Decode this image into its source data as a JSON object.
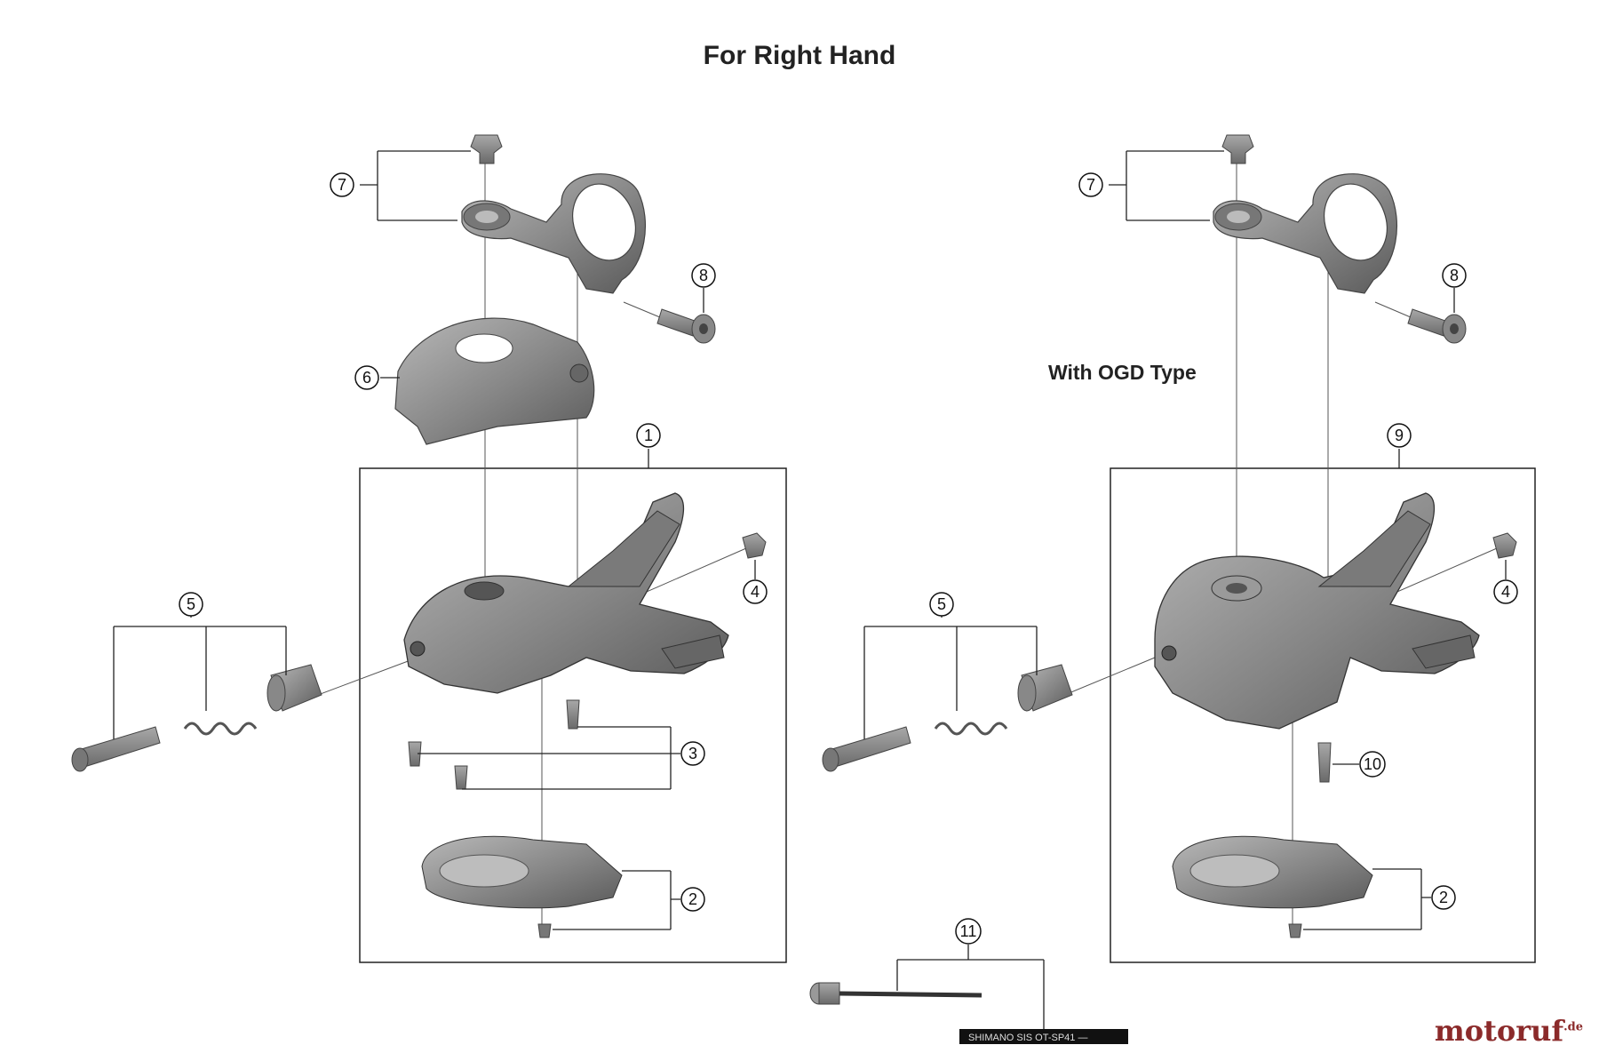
{
  "title": "For Right Hand",
  "subtitle": "With OGD Type",
  "watermark": {
    "main": "motoruf",
    "suffix": ".de"
  },
  "label_strip": "SHIMANO SIS  OT-SP41 —",
  "callouts": {
    "left_7": "7",
    "left_8": "8",
    "left_6": "6",
    "left_1": "1",
    "left_4": "4",
    "left_5": "5",
    "left_3": "3",
    "left_2": "2",
    "right_7": "7",
    "right_8": "8",
    "right_9": "9",
    "right_4": "4",
    "right_5": "5",
    "right_10": "10",
    "right_2": "2",
    "bottom_11": "11"
  },
  "colors": {
    "part_fill": "#8d8d8d",
    "part_dark": "#555555",
    "part_light": "#c4c4c4",
    "line": "#222222",
    "brand": "#8b2a2a"
  }
}
